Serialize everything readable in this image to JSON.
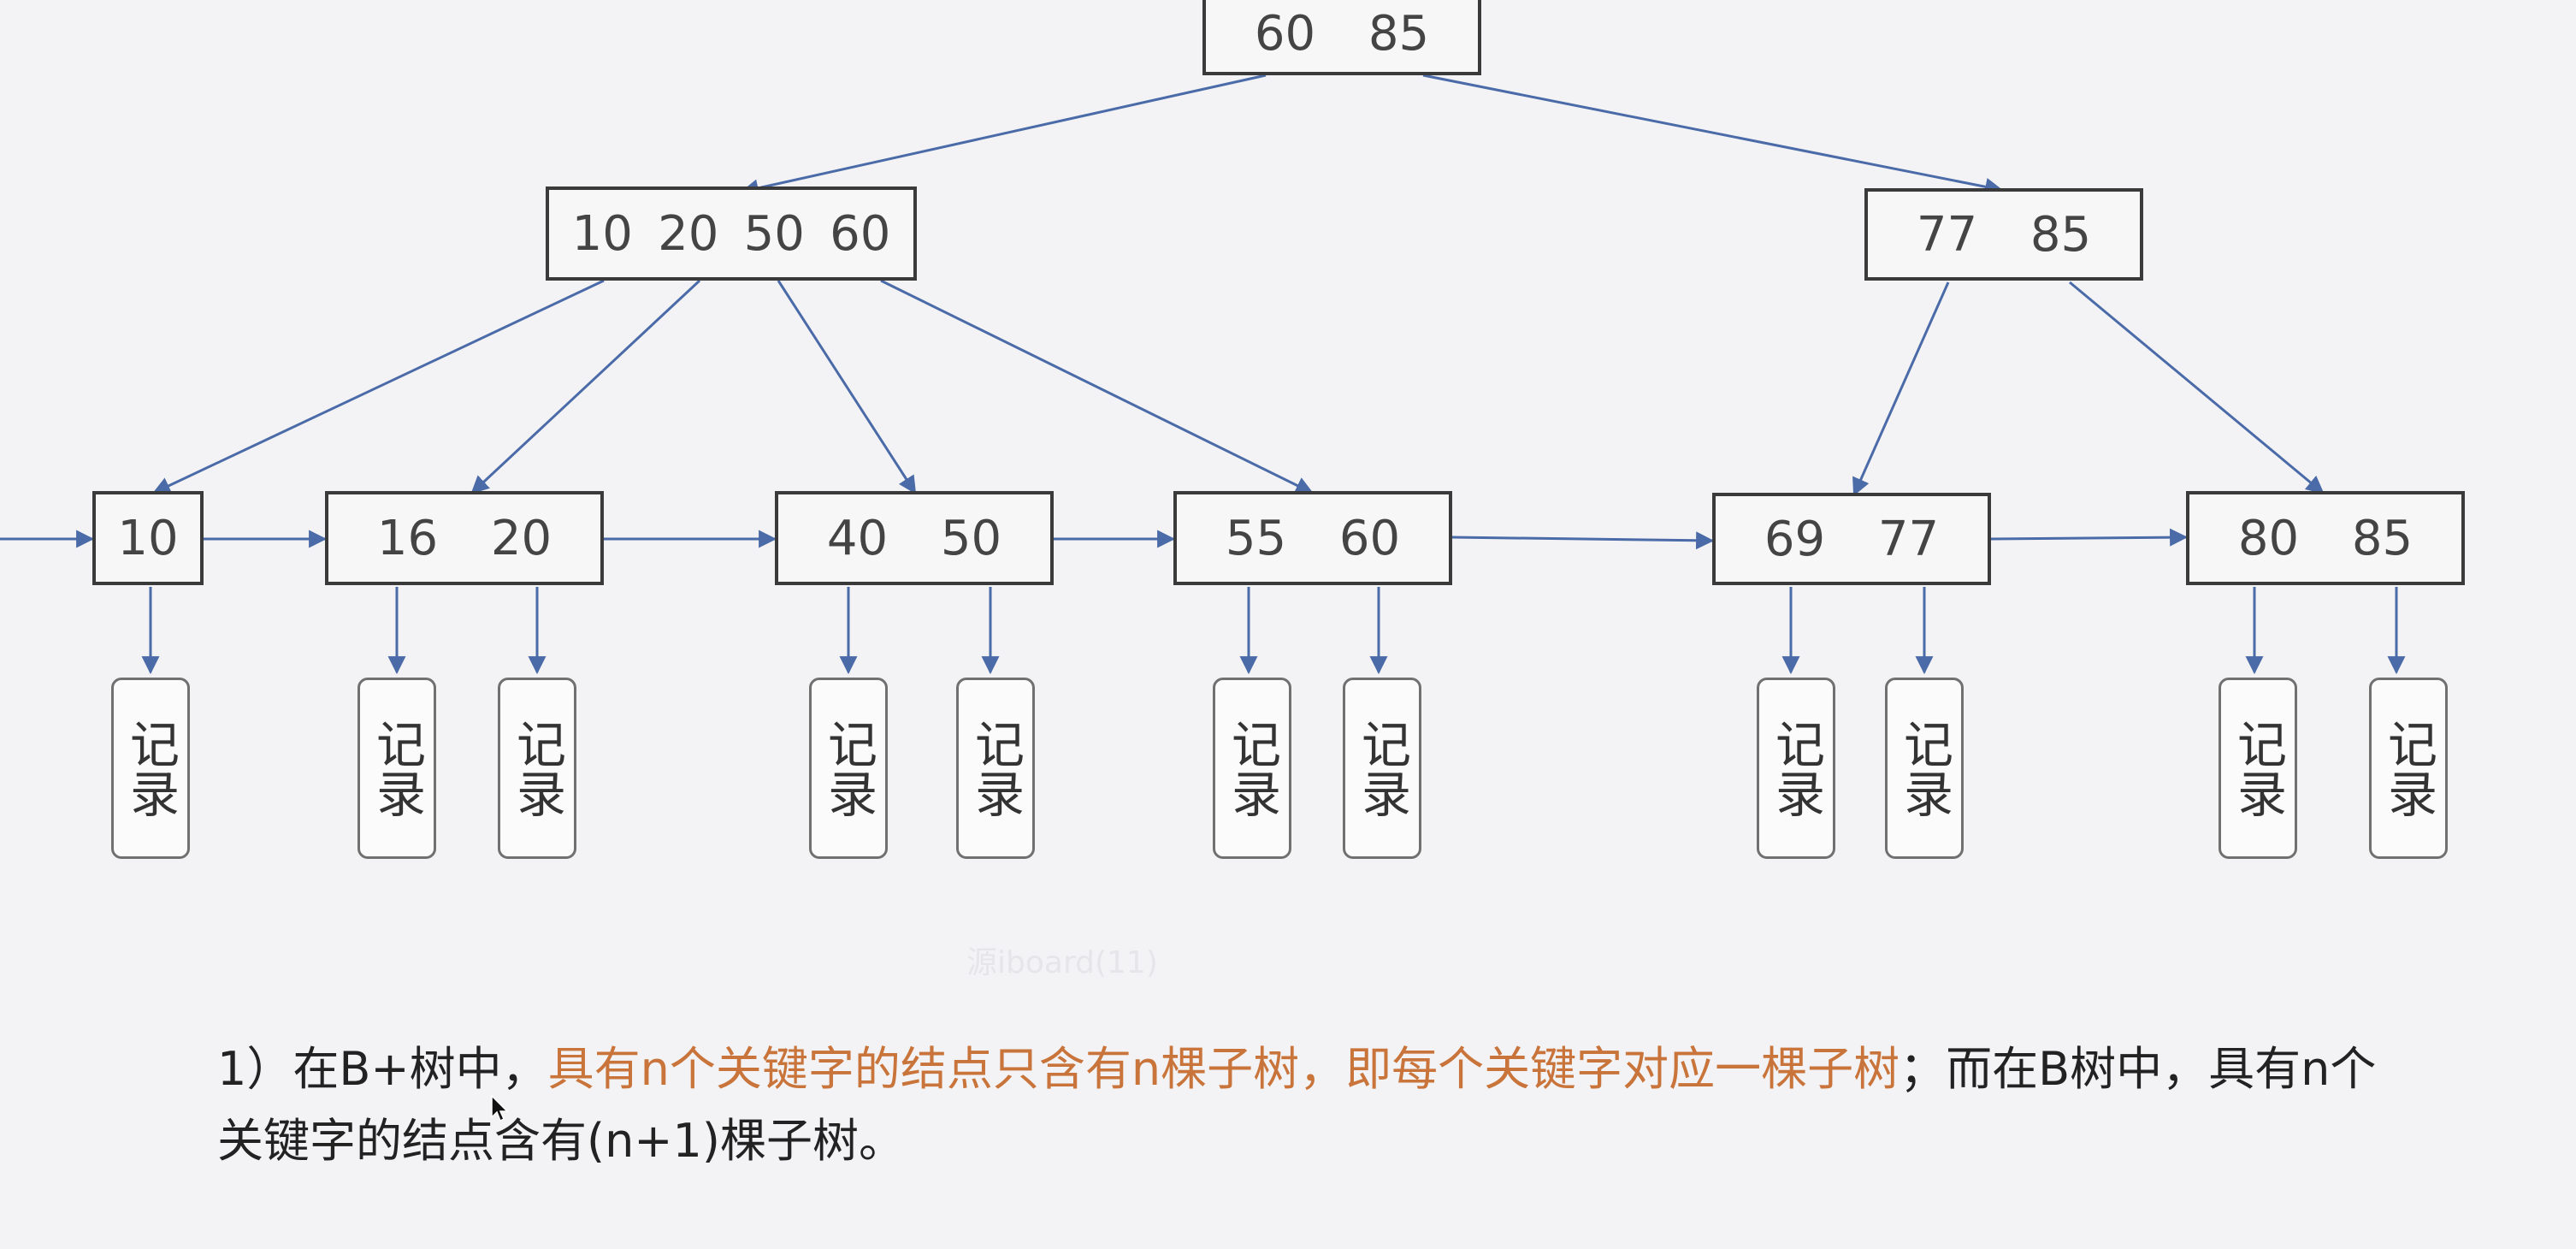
{
  "tree": {
    "root": {
      "keys": [
        "60",
        "85"
      ]
    },
    "internal": [
      {
        "keys": [
          "10",
          "20",
          "50",
          "60"
        ]
      },
      {
        "keys": [
          "77",
          "85"
        ]
      }
    ],
    "leaves": [
      {
        "keys": [
          "10"
        ]
      },
      {
        "keys": [
          "16",
          "20"
        ]
      },
      {
        "keys": [
          "40",
          "50"
        ]
      },
      {
        "keys": [
          "55",
          "60"
        ]
      },
      {
        "keys": [
          "69",
          "77"
        ]
      },
      {
        "keys": [
          "80",
          "85"
        ]
      }
    ],
    "record_label": "记录"
  },
  "watermark": "源iboard(11)",
  "caption": {
    "prefix": "1）在B+树中，",
    "highlight": "具有n个关键字的结点只含有n棵子树，即每个关键字对应一棵子树",
    "suffix": "；而在B树中，具有n个关键字的结点含有(n+1)棵子树。"
  },
  "colors": {
    "edge": "#4a6aa8",
    "node_border": "#3a3a3a",
    "highlight": "#c8743a"
  }
}
